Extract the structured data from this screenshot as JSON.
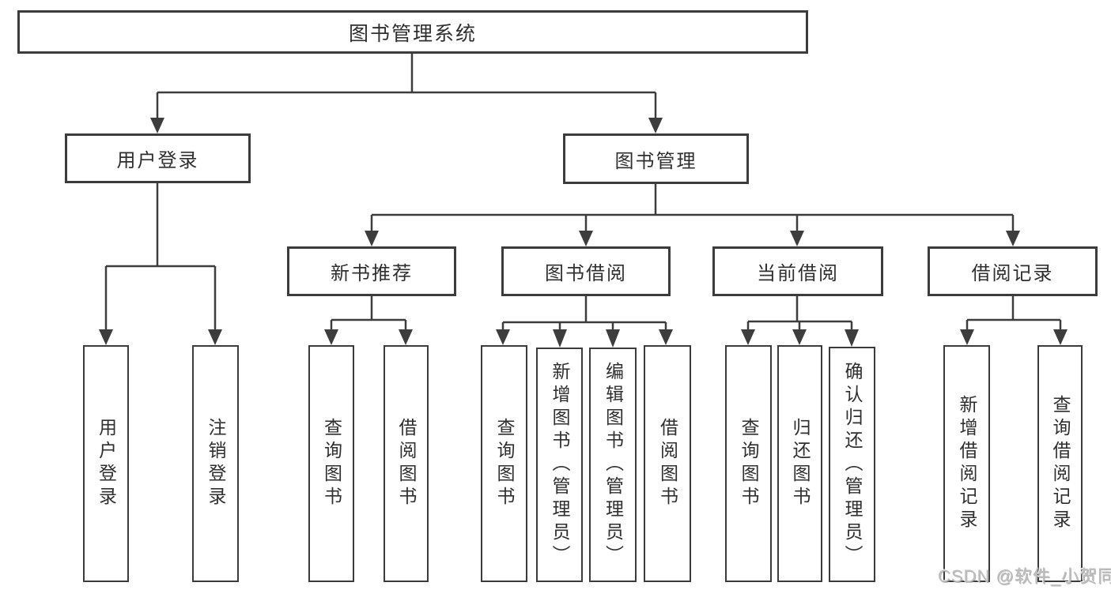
{
  "tree": {
    "root": "图书管理系统",
    "branches": [
      {
        "label": "用户登录",
        "leaves": [
          "用户登录",
          "注销登录"
        ]
      },
      {
        "label": "图书管理",
        "groups": [
          {
            "label": "新书推荐",
            "leaves": [
              "查询图书",
              "借阅图书"
            ]
          },
          {
            "label": "图书借阅",
            "leaves": [
              "查询图书",
              "新增图书（管理员）",
              "编辑图书（管理员）",
              "借阅图书"
            ]
          },
          {
            "label": "当前借阅",
            "leaves": [
              "查询图书",
              "归还图书",
              "确认归还（管理员）"
            ]
          },
          {
            "label": "借阅记录",
            "leaves": [
              "新增借阅记录",
              "查询借阅记录"
            ]
          }
        ]
      }
    ]
  },
  "watermark": "CSDN @软件_小贺同学",
  "colors": {
    "line": "#3d3d3d",
    "border": "#3c3c3c",
    "text": "#2f2f2f",
    "watermark": "#bdbdbd",
    "background": "#ffffff"
  }
}
